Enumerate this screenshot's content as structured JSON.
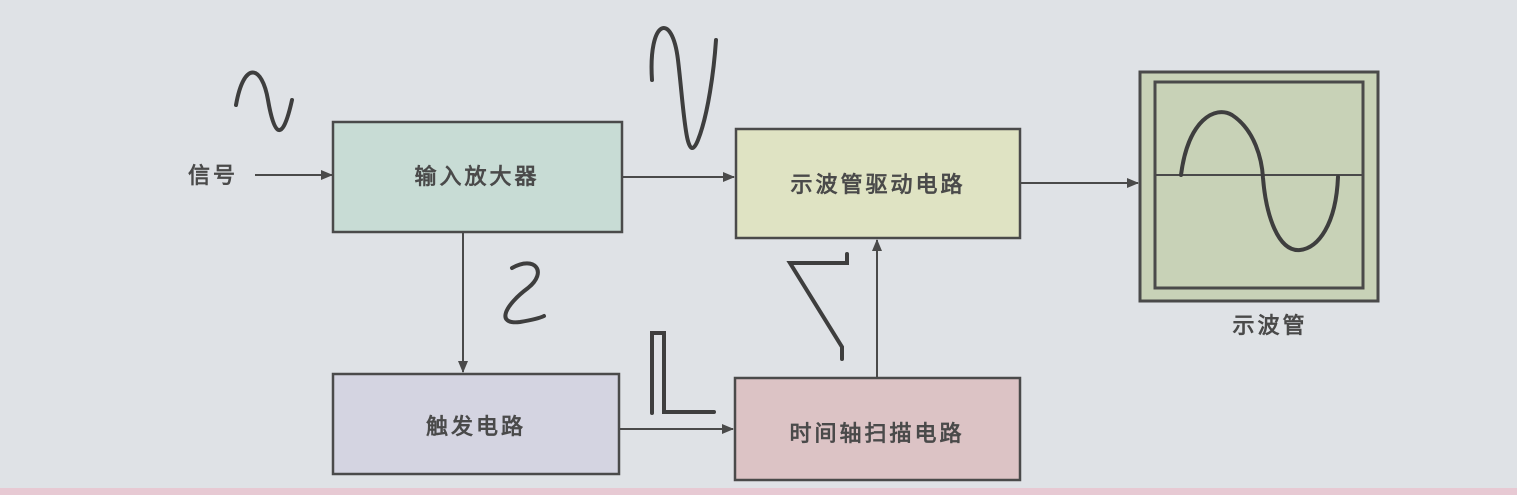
{
  "signal_label": "信号",
  "blocks": {
    "input_amplifier": {
      "label": "输入放大器",
      "color": "#c8dcd5"
    },
    "crt_driver": {
      "label": "示波管驱动电路",
      "color": "#dfe3c3"
    },
    "trigger": {
      "label": "触发电路",
      "color": "#d4d4e1"
    },
    "time_base": {
      "label": "时间轴扫描电路",
      "color": "#dcc3c5"
    }
  },
  "crt": {
    "label": "示波管",
    "color": "#c8d2b7"
  },
  "waveforms": [
    "sine",
    "amplified-sine",
    "sine",
    "trigger-pulse",
    "sawtooth",
    "displayed-sine"
  ]
}
